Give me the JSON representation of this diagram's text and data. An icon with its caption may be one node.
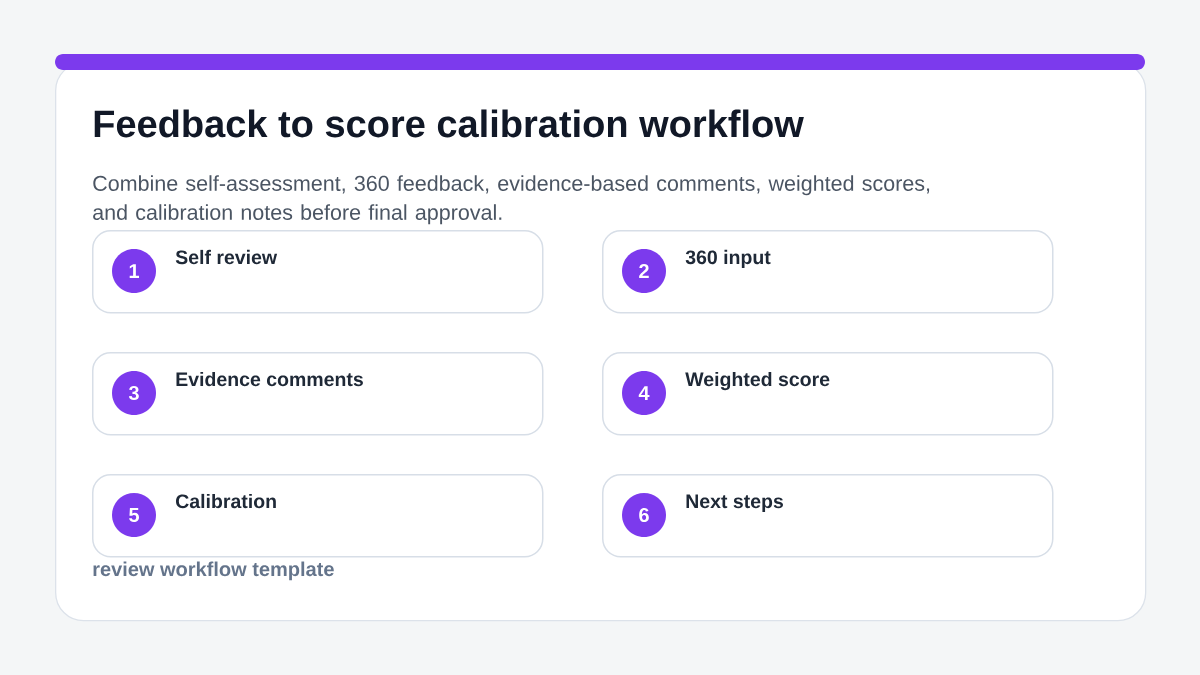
{
  "diagram": {
    "nodes": [
      {
        "text": [
          "Feedback to score calibration workflow",
          "Combine self-assessment, 360 feedback, evidence-based comments, weighted scores, and calibration notes before final approval.",
          "review workflow template"
        ]
      },
      {
        "text": [
          "Self review"
        ],
        "in": 0
      },
      {
        "text": [
          "1"
        ],
        "in": 1
      },
      {
        "text": [
          "360 input"
        ],
        "in": 0
      },
      {
        "text": [
          "2"
        ],
        "in": 3
      },
      {
        "text": [
          "Evidence comments"
        ],
        "in": 0
      },
      {
        "text": [
          "3"
        ],
        "in": 5
      },
      {
        "text": [
          "Weighted score"
        ],
        "in": 0
      },
      {
        "text": [
          "4"
        ],
        "in": 7
      },
      {
        "text": [
          "Calibration"
        ],
        "in": 0
      },
      {
        "text": [
          "5"
        ],
        "in": 9
      },
      {
        "text": [
          "Next steps"
        ],
        "in": 0
      },
      {
        "text": [
          "6"
        ],
        "in": 11
      }
    ]
  }
}
